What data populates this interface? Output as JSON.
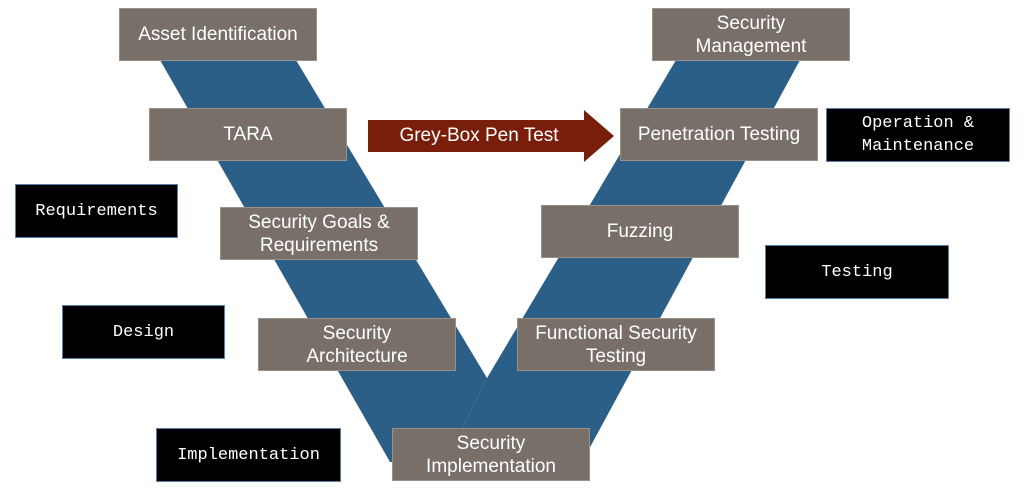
{
  "colors": {
    "v_band": "#2c5f88",
    "step_box": "#787068",
    "phase_box": "#000000",
    "arrow": "#7a1e0c"
  },
  "steps": {
    "asset_identification": "Asset Identification",
    "tara": "TARA",
    "security_goals": "Security Goals &\nRequirements",
    "security_architecture": "Security\nArchitecture",
    "security_implementation": "Security\nImplementation",
    "functional_security_testing": "Functional Security\nTesting",
    "fuzzing": "Fuzzing",
    "penetration_testing": "Penetration Testing",
    "security_management": "Security\nManagement"
  },
  "arrow": {
    "label": "Grey-Box Pen Test"
  },
  "phases": {
    "requirements": "Requirements",
    "design": "Design",
    "implementation": "Implementation",
    "testing": "Testing",
    "operation": "Operation &\nMaintenance"
  }
}
